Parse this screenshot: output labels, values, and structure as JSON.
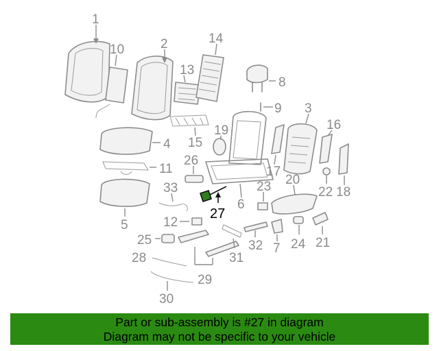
{
  "callouts": [
    "1",
    "2",
    "3",
    "4",
    "5",
    "6",
    "7",
    "8",
    "9",
    "10",
    "11",
    "12",
    "13",
    "14",
    "15",
    "16",
    "17",
    "18",
    "19",
    "20",
    "21",
    "22",
    "23",
    "24",
    "25",
    "26",
    "27",
    "28",
    "29",
    "30",
    "31",
    "32",
    "33"
  ],
  "highlighted_part": "27",
  "colors": {
    "banner": "#2b8a12",
    "highlight": "#2e7d1f",
    "line": "#8c8c8c",
    "label": "#8a8a8a"
  },
  "banner": {
    "line1": "Part or sub-assembly is #27 in diagram",
    "line2": "Diagram may not be specific to your vehicle"
  }
}
